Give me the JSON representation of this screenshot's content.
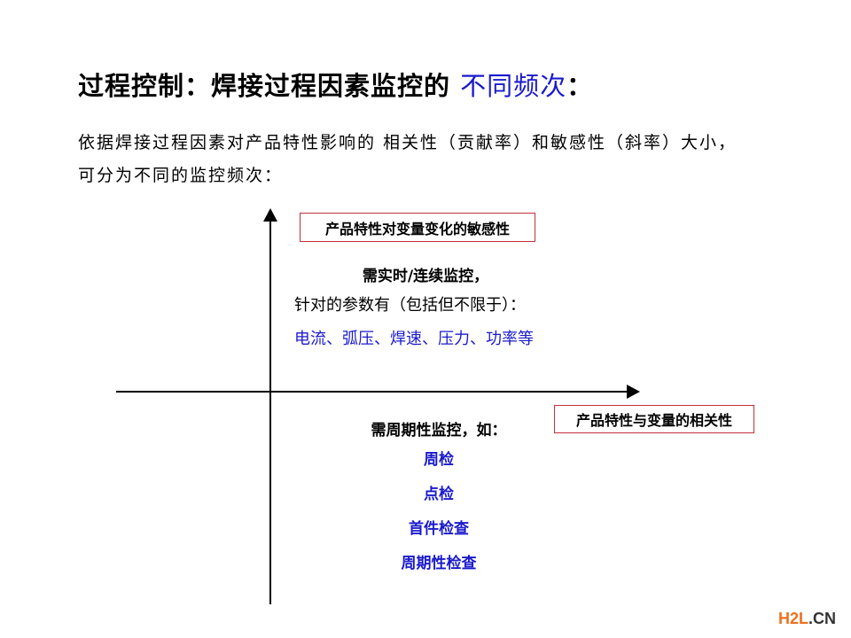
{
  "title": {
    "main": "过程控制：焊接过程因素监控的 ",
    "accent": "不同频次",
    "suffix": "："
  },
  "intro": {
    "line1": "依据焊接过程因素对产品特性影响的 相关性（贡献率）和敏感性（斜率）大小，",
    "line2": "可分为不同的监控频次："
  },
  "diagram": {
    "y_axis_label": "产品特性对变量变化的敏感性",
    "x_axis_label": "产品特性与变量的相关性",
    "upper": {
      "heading": "需实时/连续监控，",
      "subheading": "针对的参数有（包括但不限于）：",
      "params": "电流、弧压、焊速、压力、功率等"
    },
    "lower": {
      "heading": "需周期性监控，如：",
      "items": [
        "周检",
        "点检",
        "首件检查",
        "周期性检查"
      ]
    }
  },
  "colors": {
    "accent_blue": "#1a1acc",
    "box_border": "#c0303a",
    "logo_orange": "#f07020"
  },
  "logo": {
    "part1": "H2L",
    "part2": ".CN"
  }
}
